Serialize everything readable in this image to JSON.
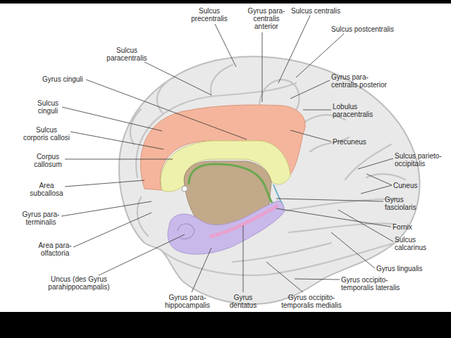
{
  "diagram": {
    "labels": [
      "Sulcus precentralis",
      "Gyrus para- centralis anterior",
      "Sulcus centralis",
      "Sulcus paracentralis",
      "Sulcus postcentralis",
      "Gyrus cinguli",
      "Gyrus para- centralis posterior",
      "Lobulus paracentralis",
      "Sulcus cinguli",
      "Precuneus",
      "Sulcus corporis callosi",
      "Sulcus parieto- occipitalis",
      "Corpus callosum",
      "Cuneus",
      "Area subcallosa",
      "Gyrus fasciolaris",
      "Gyrus para- terminalis",
      "Fornix",
      "Sulcus calcarinus",
      "Area para- olfactoria",
      "Gyrus lingualis",
      "Uncus (des Gyrus parahippocampalis)",
      "Gyrus occipito- temporalis lateralis",
      "Gyrus para- hippocampalis",
      "Gyrus dentatus",
      "Gyrus occipito- temporalis medialis"
    ]
  }
}
